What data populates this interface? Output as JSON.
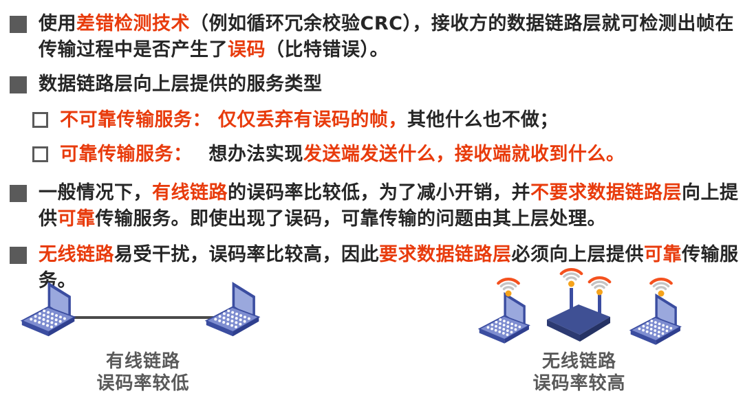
{
  "colors": {
    "red_text": "#e83b0c",
    "black_text": "#262626",
    "bullet_gray": "#5a5a5a",
    "caption_gray": "#595959",
    "laptop_dark_blue": "#3b4da0",
    "laptop_screen": "#9aa8dd",
    "laptop_base": "#7e8dd0",
    "router_navy": "#3f5094",
    "wire_gray": "#4a4a4a",
    "wifi_orange_arc": "#f4511e",
    "wifi_gray_arc": "#c4c4c4",
    "wifi_dot_orange": "#f5a31c"
  },
  "bullets": [
    {
      "level": 1,
      "segments": [
        {
          "t": "使用",
          "c": "black"
        },
        {
          "t": "差错检测技术",
          "c": "red"
        },
        {
          "t": "（例如循环冗余校验CRC），接收方的数据链路层就可检测出帧在传输过程中是否产生了",
          "c": "black"
        },
        {
          "t": "误码",
          "c": "red"
        },
        {
          "t": "（比特错误）。",
          "c": "black"
        }
      ]
    },
    {
      "level": 1,
      "segments": [
        {
          "t": "数据链路层向上层提供的服务类型",
          "c": "black"
        }
      ]
    },
    {
      "level": 2,
      "segments": [
        {
          "t": "不可靠传输服务：",
          "c": "red"
        },
        {
          "t": " ",
          "c": "black"
        },
        {
          "t": "仅仅丢弃有误码的帧，",
          "c": "red"
        },
        {
          "t": "其他什么也不做；",
          "c": "black"
        }
      ]
    },
    {
      "level": 2,
      "segments": [
        {
          "t": "可靠传输服务：",
          "c": "red"
        },
        {
          "t": "　 想办法实现",
          "c": "black"
        },
        {
          "t": "发送端发送什么，接收端就收到什么。",
          "c": "red"
        }
      ]
    },
    {
      "level": 1,
      "segments": [
        {
          "t": "一般情况下，",
          "c": "black"
        },
        {
          "t": "有线链路",
          "c": "red"
        },
        {
          "t": "的误码率比较低，为了减小开销，并",
          "c": "black"
        },
        {
          "t": "不要求数据链路层",
          "c": "red"
        },
        {
          "t": "向上提供",
          "c": "black"
        },
        {
          "t": "可靠",
          "c": "red"
        },
        {
          "t": "传输服务。即使出现了误码，可靠传输的问题由其上层处理。",
          "c": "black"
        }
      ]
    },
    {
      "level": 1,
      "segments": [
        {
          "t": "无线链路",
          "c": "red"
        },
        {
          "t": "易受干扰，误码率比较高，因此",
          "c": "black"
        },
        {
          "t": "要求数据链路层",
          "c": "red"
        },
        {
          "t": "必须向上层提供",
          "c": "black"
        },
        {
          "t": "可靠",
          "c": "red"
        },
        {
          "t": "传输服务。",
          "c": "black"
        }
      ]
    }
  ],
  "diagrams": {
    "wired": {
      "caption_line1": "有线链路",
      "caption_line2": "误码率较低"
    },
    "wireless": {
      "caption_line1": "无线链路",
      "caption_line2": "误码率较高"
    }
  }
}
